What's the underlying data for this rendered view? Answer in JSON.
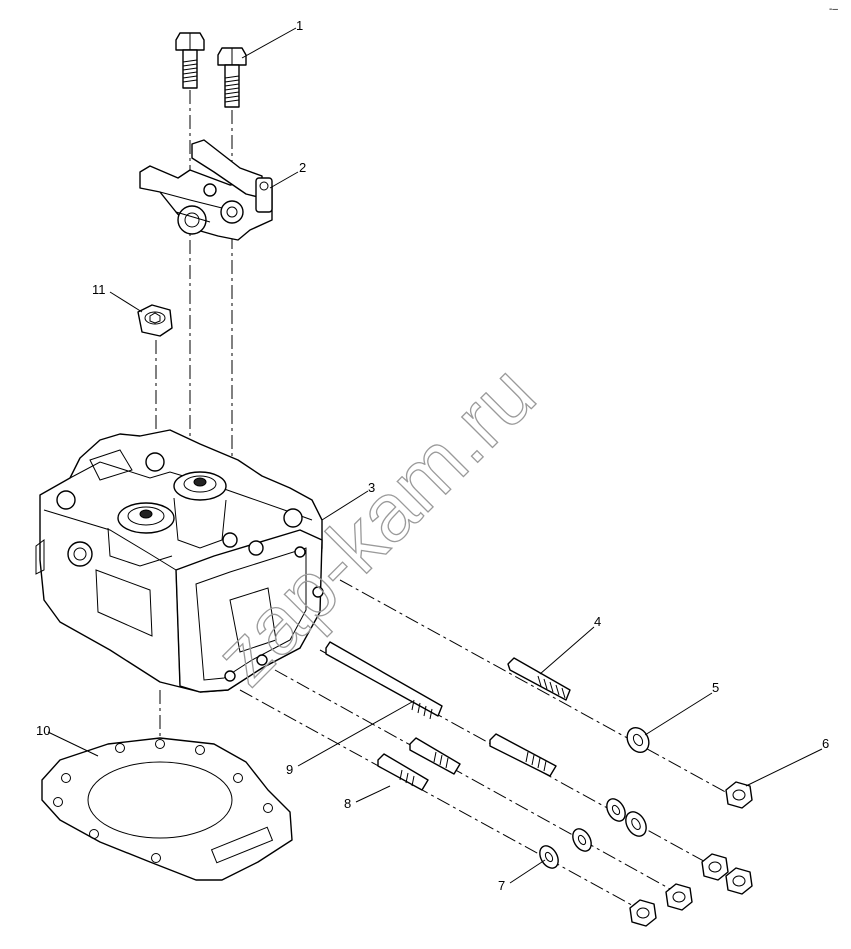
{
  "diagram": {
    "callouts": [
      "1",
      "2",
      "3",
      "4",
      "5",
      "6",
      "7",
      "8",
      "9",
      "10",
      "11"
    ],
    "watermark": "zap-kam.ru",
    "corner_mark": "-–"
  }
}
